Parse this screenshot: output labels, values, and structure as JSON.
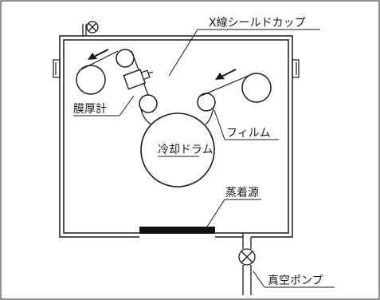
{
  "labels": {
    "shield_cup": "X線シールドカップ",
    "thickness_gauge": "膜厚計",
    "cooling_drum": "冷却ドラム",
    "film": "フィルム",
    "evaporation_source": "蒸着源",
    "vacuum_pump": "真空ポンプ"
  },
  "icons": {
    "valve_top": "valve-icon",
    "valve_bottom": "valve-icon"
  },
  "colors": {
    "line": "#1a1a1a",
    "source_fill": "#111111",
    "background": "#ffffff"
  }
}
